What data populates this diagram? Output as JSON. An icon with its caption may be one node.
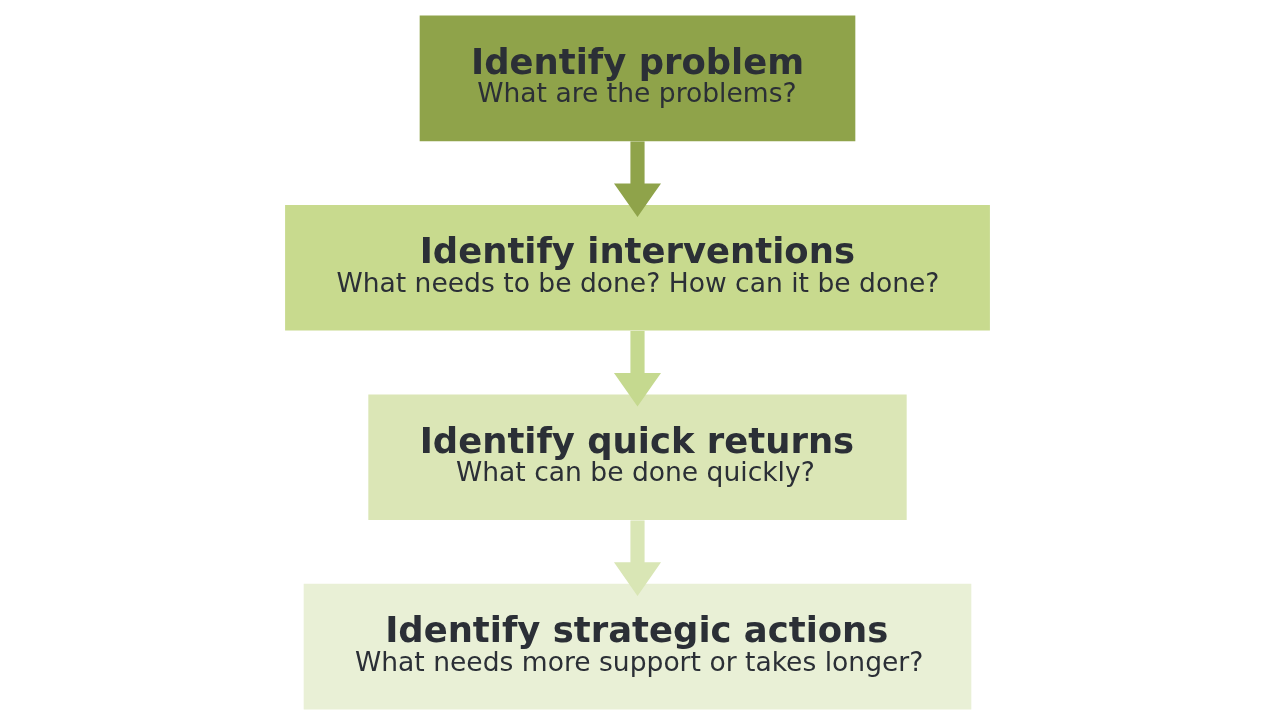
{
  "diagram": {
    "nodes": [
      {
        "text": [
          "Identify problem",
          "What are the problems?"
        ]
      },
      {
        "text": [
          "Identify interventions",
          "What needs to be done? How can it be done?"
        ]
      },
      {
        "text": [
          "Identify quick returns",
          "What can be done quickly?"
        ]
      },
      {
        "text": [
          "Identify strategic actions",
          "What needs more support or takes longer?"
        ]
      }
    ],
    "edges": [
      {
        "from": 0,
        "to": 1,
        "arrow": "to",
        "color": "#8fa34a"
      },
      {
        "from": 1,
        "to": 2,
        "arrow": "to",
        "color": "#c5d98f"
      },
      {
        "from": 2,
        "to": 3,
        "arrow": "to",
        "color": "#d9e6b5"
      }
    ]
  }
}
